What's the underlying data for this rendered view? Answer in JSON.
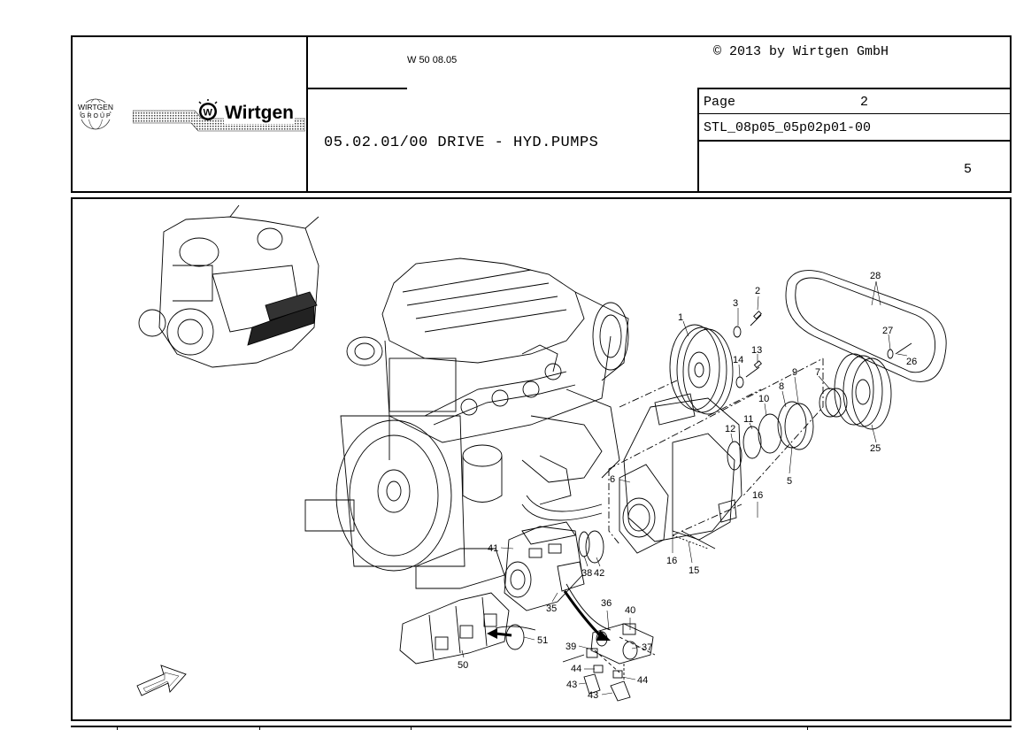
{
  "header": {
    "model": "W 50  08.05",
    "copyright": "© 2013 by Wirtgen GmbH",
    "page_label": "Page",
    "page_number": "2",
    "document_code": "STL_08p05_05p02p01-00",
    "assembly_title": "05.02.01/00 DRIVE - HYD.PUMPS",
    "sheet_count": "5",
    "group_logo": {
      "line1": "WIRTGEN",
      "line2": "GROUP"
    },
    "brand_logo": "Wirtgen"
  },
  "callouts": [
    "1",
    "2",
    "3",
    "5",
    "6",
    "7",
    "8",
    "9",
    "10",
    "11",
    "12",
    "13",
    "14",
    "15",
    "16",
    "16",
    "25",
    "26",
    "27",
    "28",
    "35",
    "36",
    "37",
    "38",
    "39",
    "40",
    "41",
    "42",
    "43",
    "43",
    "44",
    "44",
    "50",
    "51"
  ],
  "icons": [
    "engine-overview-icon",
    "direction-arrow-icon"
  ],
  "colors": {
    "line": "#000000",
    "background": "#ffffff"
  }
}
